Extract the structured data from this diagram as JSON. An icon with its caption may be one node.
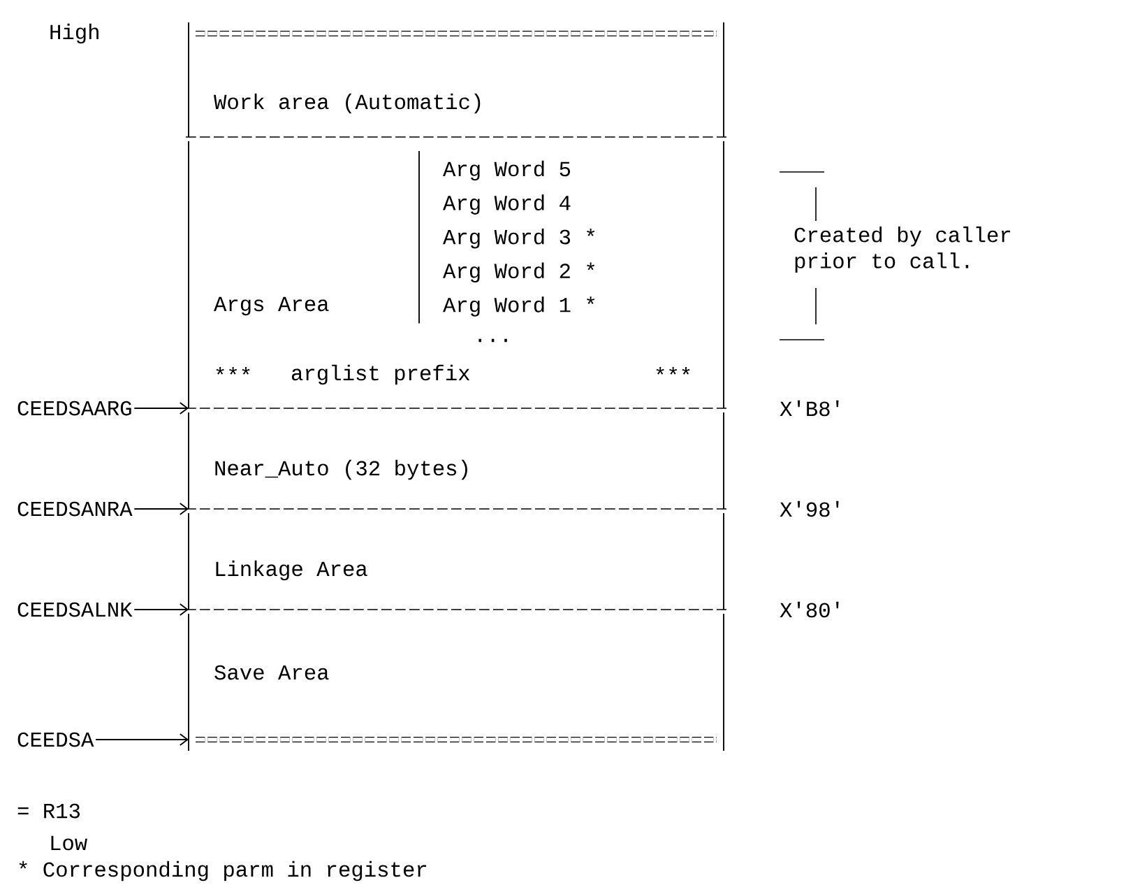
{
  "diagram": {
    "nodes": [
      {
        "text": [
          "Work area (Automatic)"
        ]
      },
      {
        "text": [
          "Args Area",
          "***",
          "arglist prefix",
          "***"
        ]
      },
      {
        "text": [
          "Arg Word 5",
          "Arg Word 4",
          "Arg Word 3 *",
          "Arg Word 2 *",
          "Arg Word 1 *",
          "..."
        ],
        "in": 1
      },
      {
        "text": [
          "Near_Auto (32 bytes)"
        ]
      },
      {
        "text": [
          "Linkage Area"
        ]
      },
      {
        "text": [
          "Save Area"
        ]
      },
      {
        "text": [
          "CEEDSAARG"
        ]
      },
      {
        "text": [
          "CEEDSANRA"
        ]
      },
      {
        "text": [
          "CEEDSALNK"
        ]
      },
      {
        "text": [
          "CEEDSA"
        ]
      }
    ],
    "edges": [
      {
        "from": 6,
        "to": 1,
        "arrow": "to"
      },
      {
        "from": 7,
        "to": 3,
        "arrow": "to"
      },
      {
        "from": 8,
        "to": 4,
        "arrow": "to"
      },
      {
        "from": 9,
        "to": 5,
        "arrow": "to"
      }
    ],
    "labels": [
      "High",
      "Created by caller prior to call.",
      "X'B8'",
      "X'98'",
      "X'80'",
      "= R13",
      "Low",
      "* Corresponding parm in register"
    ]
  }
}
